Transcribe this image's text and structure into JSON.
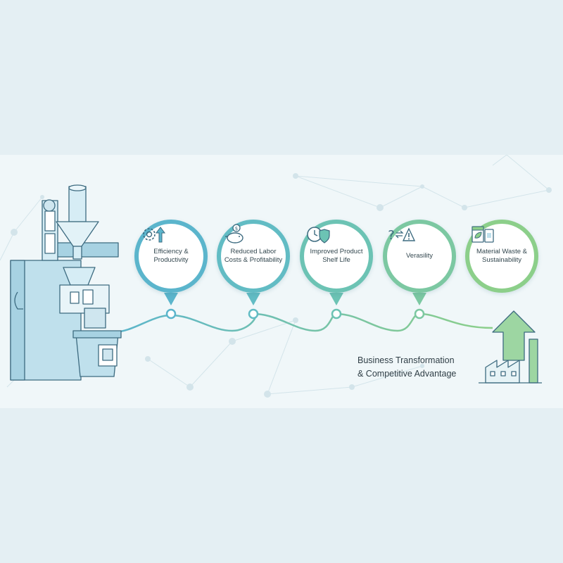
{
  "benefits": [
    {
      "label": "Efficiency & Productivity",
      "icon": "gear-arrow-up-icon",
      "color": "#5bb5cc"
    },
    {
      "label": "Reduced Labor Costs & Profitability",
      "icon": "piggy-bank-icon",
      "color": "#62bcc4"
    },
    {
      "label": "Improved Product Shelf Life",
      "icon": "clock-shield-icon",
      "color": "#6cc3b4"
    },
    {
      "label": "Verasility",
      "icon": "question-exchange-warning-icon",
      "color": "#7cc8a2"
    },
    {
      "label": "Material Waste & Sustainability",
      "icon": "packages-leaf-icon",
      "color": "#8ccf8a"
    }
  ],
  "outcome": {
    "line1": "Business Transformation",
    "line2": "& Competitive Advantage",
    "icon": "factory-arrow-up-icon"
  },
  "machine": {
    "icon": "packaging-machine-icon"
  },
  "colors": {
    "teal": "#5bb5cc",
    "green": "#8ccf8a",
    "stroke": "#3d6b80"
  }
}
